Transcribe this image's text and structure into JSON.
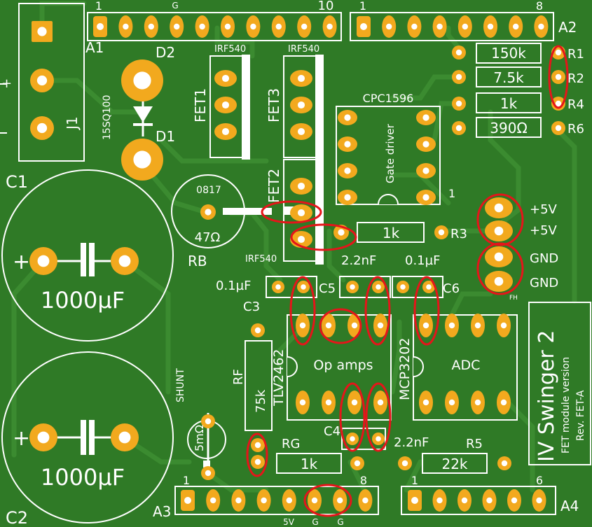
{
  "board": {
    "colors": {
      "board": "#2f7a26",
      "trace": "#3c8c31",
      "silk": "#ffffff",
      "pad": "#f2a91e",
      "hole": "#ffffff",
      "mark": "#e5151a"
    },
    "title": "IV Swinger 2",
    "subtitle1": "FET module version",
    "subtitle2": "Rev. FET-A",
    "fh": "FH"
  },
  "headers": {
    "A1": {
      "label": "A1",
      "pin_first": "1",
      "pin_mid": "G",
      "pin_last": "10"
    },
    "A2": {
      "label": "A2",
      "pin_first": "1",
      "pin_last": "8"
    },
    "A3": {
      "label": "A3",
      "pin_first": "1",
      "pin_last": "8",
      "bottom": [
        "5V",
        "G",
        "G"
      ]
    },
    "A4": {
      "label": "A4",
      "pin_first": "1",
      "pin_last": "6"
    }
  },
  "components": {
    "J1": "J1",
    "C1": "C1",
    "C2": "C2",
    "C1_value": "1000µF",
    "C2_value": "1000µF",
    "D1": "D1",
    "D2": "D2",
    "diode_part": "15SQ100",
    "FET1": "FET1",
    "FET2": "FET2",
    "FET3": "FET3",
    "fet_part": "IRF540",
    "RB": "RB",
    "RB_code": "0817",
    "RB_value": "47Ω",
    "gate_driver_part": "CPC1596",
    "gate_driver_label": "Gate driver",
    "gate_driver_pin1": "1",
    "R1": "R1",
    "R2": "R2",
    "R4": "R4",
    "R6": "R6",
    "R3": "R3",
    "R1_value": "150k",
    "R2_value": "7.5k",
    "R4_value": "1k",
    "R6_value": "390Ω",
    "R3_value": "1k",
    "C3": "C3",
    "C3_value": "0.1µF",
    "C5": "C5",
    "C5_value": "2.2nF",
    "C6": "C6",
    "C6_value": "0.1µF",
    "opamp_part": "TLV2462",
    "opamp_label": "Op amps",
    "adc_part": "MCP3202",
    "adc_label": "ADC",
    "RF": "RF",
    "RF_value": "75k",
    "shunt": "SHUNT",
    "shunt_value": "5mΩ",
    "C4": "C4",
    "C4_value": "2.2nF",
    "RG": "RG",
    "RG_value": "1k",
    "R5": "R5",
    "R5_value": "22k"
  },
  "power_labels": {
    "p5v_1": "+5V",
    "p5v_2": "+5V",
    "gnd_1": "GND",
    "gnd_2": "GND"
  },
  "plus_marks": {
    "j1": "+",
    "c1": "+",
    "c2": "+"
  }
}
